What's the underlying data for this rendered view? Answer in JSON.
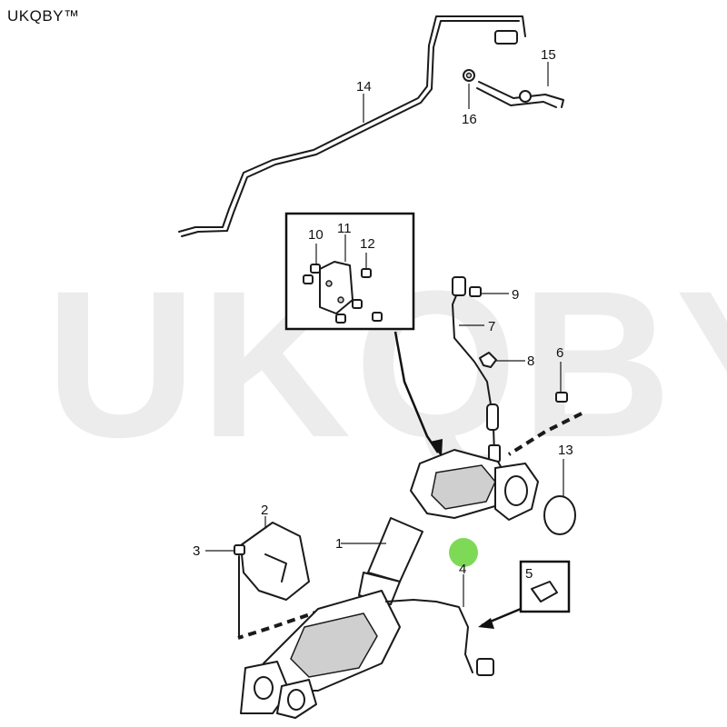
{
  "brand": "UKQBY™",
  "watermark": "UKQBY™",
  "callouts": [
    "1",
    "2",
    "3",
    "4",
    "5",
    "6",
    "7",
    "8",
    "9",
    "10",
    "11",
    "12",
    "13",
    "14",
    "15",
    "16"
  ],
  "colors": {
    "marker": "#7ed957",
    "line": "#1a1a1a",
    "watermark": "#ececec"
  }
}
